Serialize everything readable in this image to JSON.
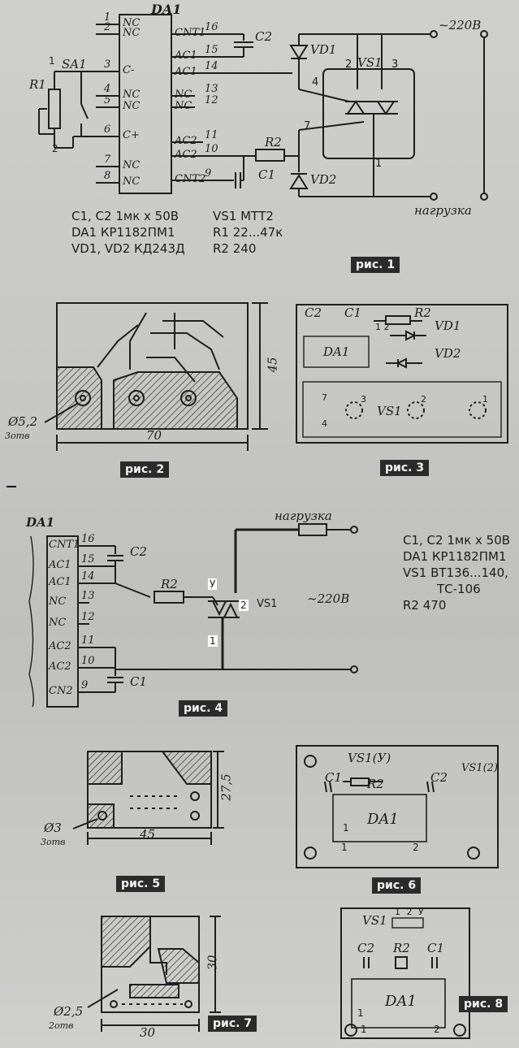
{
  "fig1": {
    "caption": "рис. 1",
    "chip": "DA1",
    "pins_left": [
      {
        "num": "1",
        "name": "NC"
      },
      {
        "num": "2",
        "name": "NC"
      },
      {
        "num": "3",
        "name": "C-"
      },
      {
        "num": "4",
        "name": "NC"
      },
      {
        "num": "5",
        "name": "NC"
      },
      {
        "num": "6",
        "name": "C+"
      },
      {
        "num": "7",
        "name": "NC"
      },
      {
        "num": "8",
        "name": "NC"
      }
    ],
    "pins_right": [
      {
        "num": "16",
        "name": "CNT1"
      },
      {
        "num": "15",
        "name": "AC1"
      },
      {
        "num": "14",
        "name": "AC1"
      },
      {
        "num": "13",
        "name": "NC"
      },
      {
        "num": "12",
        "name": "NC"
      },
      {
        "num": "11",
        "name": "AC2"
      },
      {
        "num": "10",
        "name": "AC2"
      },
      {
        "num": "9",
        "name": "CNT2"
      }
    ],
    "labels": {
      "sa1": "SA1",
      "r1": "R1",
      "c2": "C2",
      "c1": "C1",
      "r2": "R2",
      "vd1": "VD1",
      "vd2": "VD2",
      "vs1": "VS1",
      "mains": "~220В",
      "load": "нагрузка",
      "n1": "1",
      "n2": "2",
      "t2": "2",
      "t3": "3",
      "t4": "4",
      "t7": "7",
      "t1": "1"
    },
    "parts": [
      "C1, C2  1мк x 50В",
      "DA1  КР1182ПМ1",
      "VD1, VD2  КД243Д"
    ],
    "parts2": [
      "VS1  МТТ2",
      "R1  22...47к",
      "R2  240"
    ]
  },
  "fig2": {
    "caption": "рис. 2",
    "dim_w": "70",
    "dim_h": "45",
    "hole": "Ø5,2",
    "holes": "3отв"
  },
  "fig3": {
    "caption": "рис. 3",
    "c2": "C2",
    "c1": "C1",
    "r2": "R2",
    "vd1": "VD1",
    "vd2": "VD2",
    "da1": "DA1",
    "vs1": "VS1",
    "p7": "7",
    "p4": "4",
    "p3": "3",
    "p2": "2",
    "p1": "1",
    "p12": "1 2"
  },
  "fig4": {
    "caption": "рис. 4",
    "chip": "DA1",
    "pins": [
      {
        "num": "16",
        "name": "CNT1"
      },
      {
        "num": "15",
        "name": "AC1"
      },
      {
        "num": "14",
        "name": "AC1"
      },
      {
        "num": "13",
        "name": "NC"
      },
      {
        "num": "12",
        "name": "NC"
      },
      {
        "num": "11",
        "name": "AC2"
      },
      {
        "num": "10",
        "name": "AC2"
      },
      {
        "num": "9",
        "name": "CN2"
      }
    ],
    "labels": {
      "c2": "C2",
      "c1": "C1",
      "r2": "R2",
      "load": "нагрузка",
      "mains": "~220В",
      "vs1": "VS1",
      "u": "У",
      "t2": "2",
      "t1": "1"
    },
    "parts": [
      "C1, C2  1мк x 50В",
      "DA1  КР1182ПМ1",
      "VS1  ВТ136...140,",
      "ТС-106",
      "R2  470"
    ]
  },
  "fig5": {
    "caption": "рис. 5",
    "dim_w": "45",
    "dim_h": "27,5",
    "hole": "Ø3",
    "holes": "3отв"
  },
  "fig6": {
    "caption": "рис. 6",
    "vs1u": "VS1(У)",
    "vs1_2": "VS1(2)",
    "c1": "C1",
    "r2": "R2",
    "c2": "C2",
    "da1": "DA1",
    "p1": "1",
    "p2": "2",
    "pin1": "1"
  },
  "fig7": {
    "caption": "рис. 7",
    "dim_w": "30",
    "dim_h": "30",
    "hole": "Ø2,5",
    "holes": "2отв"
  },
  "fig8": {
    "caption": "рис. 8",
    "vs1": "VS1",
    "pins": "1 2 У",
    "c2": "C2",
    "r2": "R2",
    "c1": "C1",
    "da1": "DA1",
    "p1": "1",
    "p2": "2",
    "pin1": "1"
  }
}
